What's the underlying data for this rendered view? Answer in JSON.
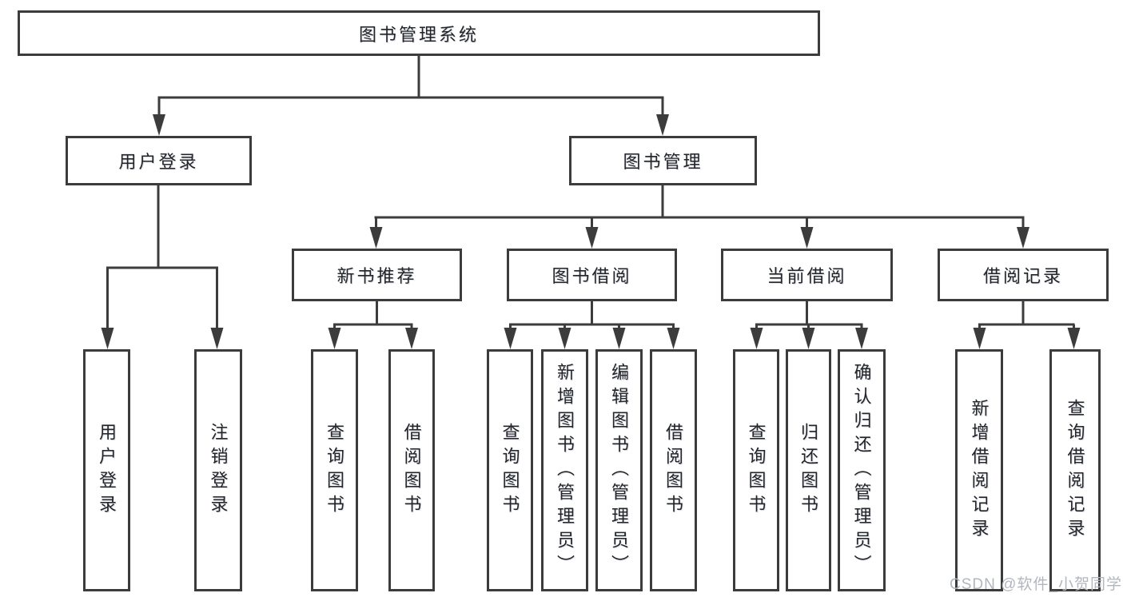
{
  "diagram_title": "图书管理系统",
  "colors": {
    "line": "#3c3c3c",
    "text": "#252525",
    "background": "#ffffff",
    "watermark": "#b2b6bd"
  },
  "nodes": {
    "root": {
      "label": "图书管理系统"
    },
    "user_login": {
      "label": "用户登录"
    },
    "book_mgmt": {
      "label": "图书管理"
    },
    "new_book_rec": {
      "label": "新书推荐"
    },
    "book_borrow": {
      "label": "图书借阅"
    },
    "current_borrow": {
      "label": "当前借阅"
    },
    "borrow_record": {
      "label": "借阅记录"
    },
    "leaf_user_login": {
      "label": "用户登录"
    },
    "leaf_logout": {
      "label": "注销登录"
    },
    "nbr_query": {
      "label": "查询图书"
    },
    "nbr_borrow": {
      "label": "借阅图书"
    },
    "bb_query": {
      "label": "查询图书"
    },
    "bb_add": {
      "label": "新增图书（管理员）"
    },
    "bb_edit": {
      "label": "编辑图书（管理员）"
    },
    "bb_borrow": {
      "label": "借阅图书"
    },
    "cb_query": {
      "label": "查询图书"
    },
    "cb_return": {
      "label": "归还图书"
    },
    "cb_confirm": {
      "label": "确认归还（管理员）"
    },
    "br_add": {
      "label": "新增借阅记录"
    },
    "br_query": {
      "label": "查询借阅记录"
    }
  },
  "edges": [
    {
      "from": "root",
      "to": "user_login"
    },
    {
      "from": "root",
      "to": "book_mgmt"
    },
    {
      "from": "user_login",
      "to": "leaf_user_login"
    },
    {
      "from": "user_login",
      "to": "leaf_logout"
    },
    {
      "from": "book_mgmt",
      "to": "new_book_rec"
    },
    {
      "from": "book_mgmt",
      "to": "book_borrow"
    },
    {
      "from": "book_mgmt",
      "to": "current_borrow"
    },
    {
      "from": "book_mgmt",
      "to": "borrow_record"
    },
    {
      "from": "new_book_rec",
      "to": "nbr_query"
    },
    {
      "from": "new_book_rec",
      "to": "nbr_borrow"
    },
    {
      "from": "book_borrow",
      "to": "bb_query"
    },
    {
      "from": "book_borrow",
      "to": "bb_add"
    },
    {
      "from": "book_borrow",
      "to": "bb_edit"
    },
    {
      "from": "book_borrow",
      "to": "bb_borrow"
    },
    {
      "from": "current_borrow",
      "to": "cb_query"
    },
    {
      "from": "current_borrow",
      "to": "cb_return"
    },
    {
      "from": "current_borrow",
      "to": "cb_confirm"
    },
    {
      "from": "borrow_record",
      "to": "br_add"
    },
    {
      "from": "borrow_record",
      "to": "br_query"
    }
  ],
  "watermark": {
    "text": "CSDN @软件_小贺同学"
  }
}
